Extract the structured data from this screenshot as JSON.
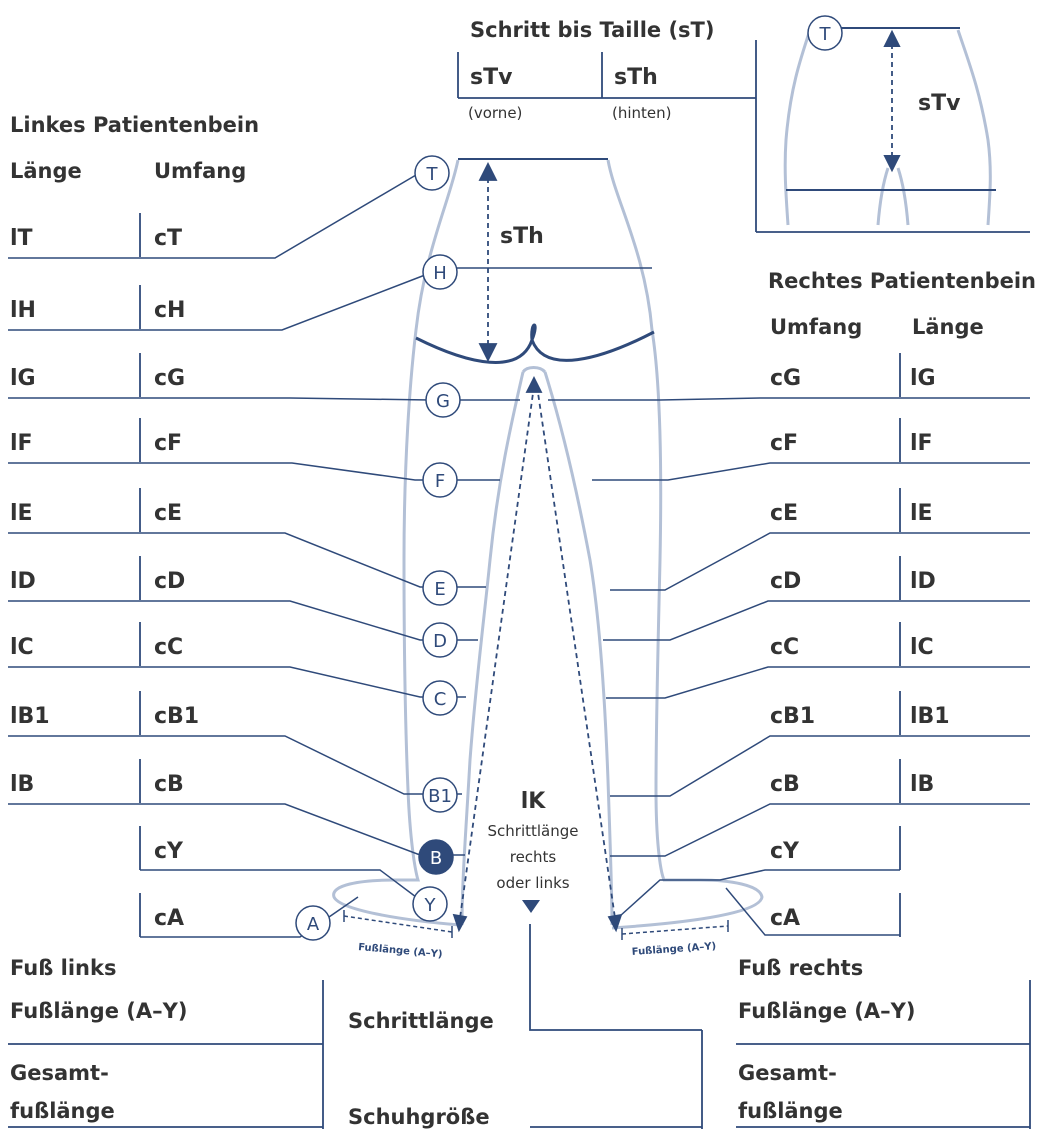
{
  "crotch": {
    "title": "Schritt bis Taille (sT)",
    "front_code": "sTv",
    "front_note": "(vorne)",
    "back_code": "sTh",
    "back_note": "(hinten)"
  },
  "inset": {
    "marker": "T",
    "measure": "sTv"
  },
  "body_measure": {
    "back": "sTh"
  },
  "left_leg": {
    "title": "Linkes Patientenbein",
    "length_header": "Länge",
    "circ_header": "Umfang",
    "rows": [
      {
        "length": "lT",
        "circ": "cT"
      },
      {
        "length": "lH",
        "circ": "cH"
      },
      {
        "length": "lG",
        "circ": "cG"
      },
      {
        "length": "lF",
        "circ": "cF"
      },
      {
        "length": "lE",
        "circ": "cE"
      },
      {
        "length": "lD",
        "circ": "cD"
      },
      {
        "length": "lC",
        "circ": "cC"
      },
      {
        "length": "lB1",
        "circ": "cB1"
      },
      {
        "length": "lB",
        "circ": "cB"
      },
      {
        "circ": "cY"
      },
      {
        "circ": "cA"
      }
    ]
  },
  "right_leg": {
    "title": "Rechtes Patientenbein",
    "circ_header": "Umfang",
    "length_header": "Länge",
    "rows": [
      {
        "circ": "cG",
        "length": "lG"
      },
      {
        "circ": "cF",
        "length": "lF"
      },
      {
        "circ": "cE",
        "length": "lE"
      },
      {
        "circ": "cD",
        "length": "lD"
      },
      {
        "circ": "cC",
        "length": "lC"
      },
      {
        "circ": "cB1",
        "length": "lB1"
      },
      {
        "circ": "cB",
        "length": "lB"
      },
      {
        "circ": "cY"
      },
      {
        "circ": "cA"
      }
    ]
  },
  "markers": [
    "T",
    "H",
    "G",
    "F",
    "E",
    "D",
    "C",
    "B1",
    "B",
    "Y",
    "A"
  ],
  "inseam": {
    "code": "lK",
    "line1": "Schrittlänge",
    "line2": "rechts",
    "line3": "oder links"
  },
  "foot_length_label": "Fußlänge (A–Y)",
  "foot_left": {
    "title": "Fuß links",
    "length_label": "Fußlänge (A–Y)",
    "total_line1": "Gesamt-",
    "total_line2": "fußlänge"
  },
  "foot_right": {
    "title": "Fuß rechts",
    "length_label": "Fußlänge (A–Y)",
    "total_line1": "Gesamt-",
    "total_line2": "fußlänge"
  },
  "bottom": {
    "inseam_label": "Schrittlänge",
    "shoe_label": "Schuhgröße"
  },
  "colors": {
    "line": "#2f4a7a",
    "body": "#b3c0d6",
    "text": "#333333"
  }
}
